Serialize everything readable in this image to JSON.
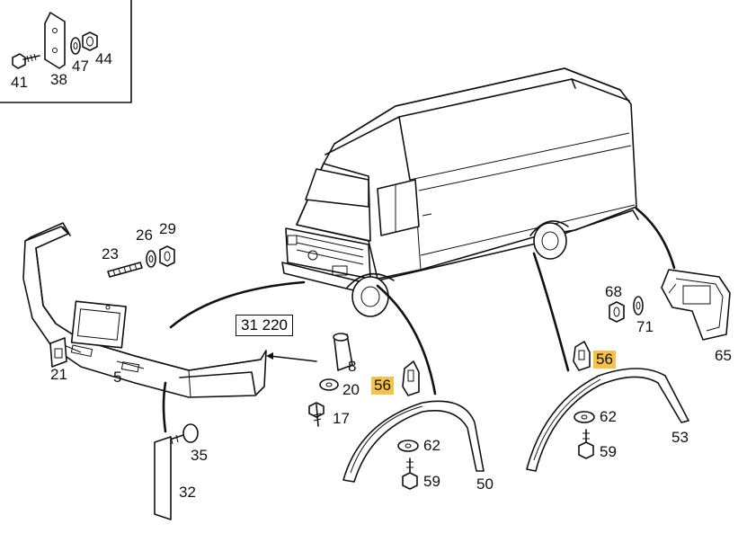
{
  "diagram": {
    "reference_box": "31 220",
    "highlight_color": "#f6c34a",
    "callouts": [
      {
        "id": "41",
        "text": "41"
      },
      {
        "id": "38",
        "text": "38"
      },
      {
        "id": "47",
        "text": "47"
      },
      {
        "id": "44",
        "text": "44"
      },
      {
        "id": "26",
        "text": "26"
      },
      {
        "id": "29",
        "text": "29"
      },
      {
        "id": "23",
        "text": "23"
      },
      {
        "id": "21",
        "text": "21"
      },
      {
        "id": "5",
        "text": "5"
      },
      {
        "id": "8",
        "text": "8"
      },
      {
        "id": "20",
        "text": "20"
      },
      {
        "id": "17",
        "text": "17"
      },
      {
        "id": "56a",
        "text": "56",
        "highlighted": true
      },
      {
        "id": "35",
        "text": "35"
      },
      {
        "id": "32",
        "text": "32"
      },
      {
        "id": "62a",
        "text": "62"
      },
      {
        "id": "59a",
        "text": "59"
      },
      {
        "id": "50",
        "text": "50"
      },
      {
        "id": "68",
        "text": "68"
      },
      {
        "id": "71",
        "text": "71"
      },
      {
        "id": "56b",
        "text": "56",
        "highlighted": true
      },
      {
        "id": "65",
        "text": "65"
      },
      {
        "id": "62b",
        "text": "62"
      },
      {
        "id": "59b",
        "text": "59"
      },
      {
        "id": "53",
        "text": "53"
      }
    ]
  }
}
